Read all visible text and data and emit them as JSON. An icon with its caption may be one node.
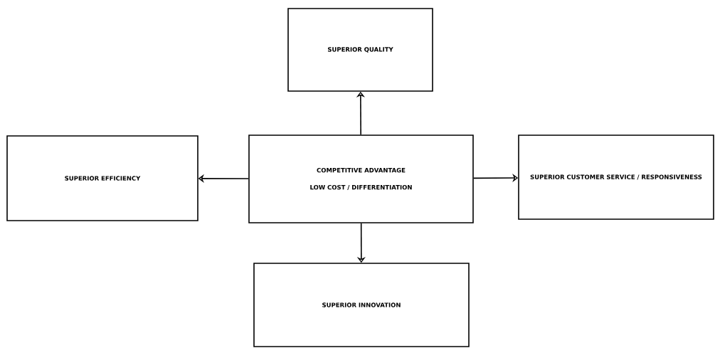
{
  "diagram": {
    "nodes": [
      {
        "text": [
          "SUPERIOR QUALITY"
        ]
      },
      {
        "text": [
          "SUPERIOR EFFICIENCY"
        ]
      },
      {
        "text": [
          "COMPETITIVE ADVANTAGE",
          "LOW COST / DIFFERENTIATION"
        ]
      },
      {
        "text": [
          "SUPERIOR CUSTOMER SERVICE / RESPONSIVENESS"
        ]
      },
      {
        "text": [
          "SUPERIOR INNOVATION"
        ]
      }
    ],
    "edges": [
      {
        "from": 2,
        "to": 0,
        "arrow": "to"
      },
      {
        "from": 2,
        "to": 1,
        "arrow": "to"
      },
      {
        "from": 2,
        "to": 3,
        "arrow": "to"
      },
      {
        "from": 2,
        "to": 4,
        "arrow": "to"
      }
    ]
  }
}
